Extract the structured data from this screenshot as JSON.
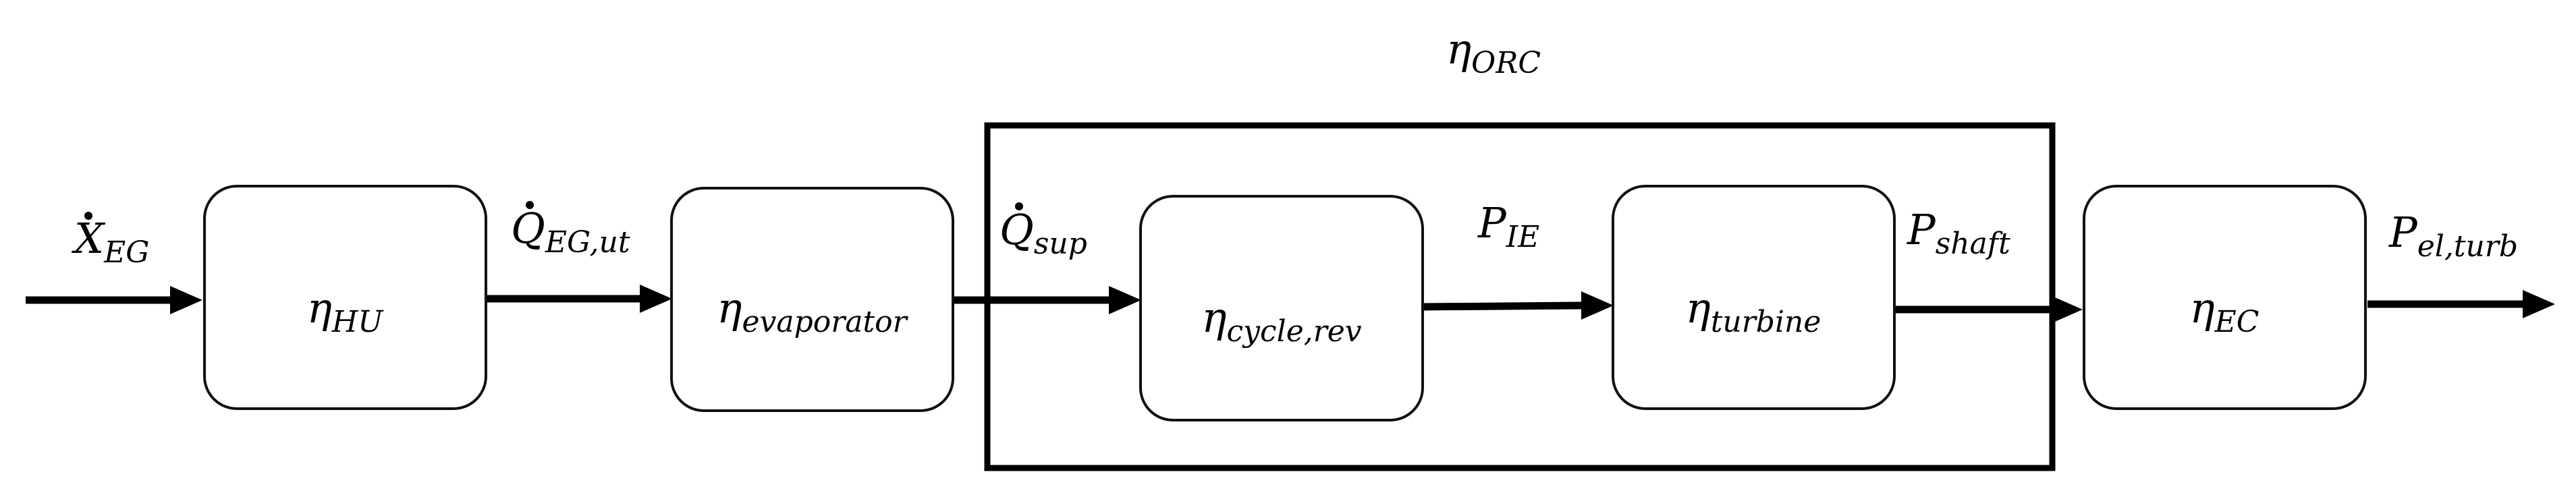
{
  "diagram": {
    "orc_frame": {
      "symbol": "η",
      "subscript": "ORC"
    },
    "blocks": {
      "hu": {
        "symbol": "η",
        "subscript": "HU"
      },
      "evaporator": {
        "symbol": "η",
        "subscript": "evaporator"
      },
      "cycle_rev": {
        "symbol": "η",
        "subscript": "cycle,rev"
      },
      "turbine": {
        "symbol": "η",
        "subscript": "turbine"
      },
      "ec": {
        "symbol": "η",
        "subscript": "EC"
      }
    },
    "flows": {
      "x_eg": {
        "symbol": "X",
        "subscript": "EG",
        "has_dot": true
      },
      "q_eg_ut": {
        "symbol": "Q",
        "subscript": "EG,ut",
        "has_dot": true
      },
      "q_sup": {
        "symbol": "Q",
        "subscript": "sup",
        "has_dot": true
      },
      "p_ie": {
        "symbol": "P",
        "subscript": "IE",
        "has_dot": false
      },
      "p_shaft": {
        "symbol": "P",
        "subscript": "shaft",
        "has_dot": false
      },
      "p_el_turb": {
        "symbol": "P",
        "subscript": "el,turb",
        "has_dot": false
      }
    }
  }
}
